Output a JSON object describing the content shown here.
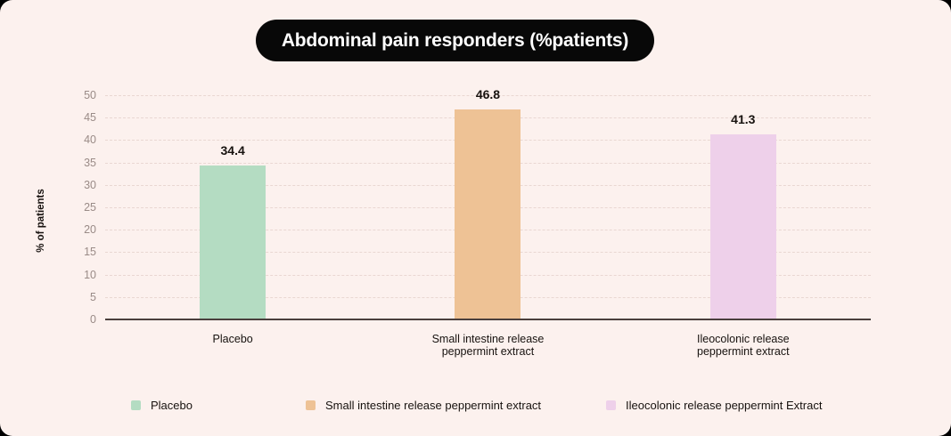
{
  "card": {
    "background_color": "#fcf1ee"
  },
  "title": {
    "text": "Abdominal pain responders (%patients)",
    "pill_color": "#080808",
    "text_color": "#ffffff"
  },
  "chart_data": {
    "type": "bar",
    "title": "Abdominal pain responders (%patients)",
    "xlabel": "",
    "ylabel": "% of patients",
    "ylim": [
      0,
      50
    ],
    "yticks": [
      "0",
      "5",
      "10",
      "15",
      "20",
      "25",
      "30",
      "35",
      "40",
      "45",
      "50"
    ],
    "grid": true,
    "legend_position": "bottom",
    "categories": [
      "Placebo",
      "Small intestine release peppermint extract",
      "Ileocolonic release peppermint extract"
    ],
    "category_lines": [
      [
        "Placebo"
      ],
      [
        "Small intestine release",
        "peppermint extract"
      ],
      [
        "Ileocolonic release",
        "peppermint extract"
      ]
    ],
    "values": [
      34.4,
      46.8,
      41.3
    ],
    "value_labels": [
      "34.4",
      "46.8",
      "41.3"
    ],
    "colors": [
      "#b4dcc2",
      "#eec295",
      "#eed0ea"
    ]
  },
  "legend": {
    "items": [
      {
        "label": "Placebo",
        "color": "#b4dcc2"
      },
      {
        "label": "Small intestine release peppermint extract",
        "color": "#eec295"
      },
      {
        "label": "Ileocolonic release peppermint Extract",
        "color": "#eed0ea"
      }
    ]
  },
  "axis": {
    "baseline_color": "#4a3f3d",
    "gridline_color": "#e9d7d2",
    "tick_text_color": "#9a8b87"
  }
}
